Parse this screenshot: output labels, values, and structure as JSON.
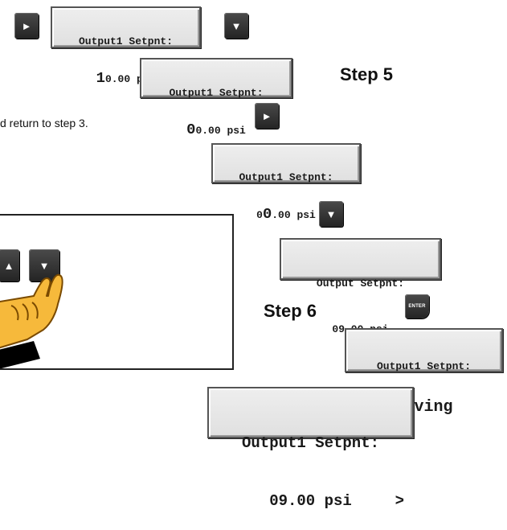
{
  "steps": {
    "step5": "Step 5",
    "step6": "Step 6"
  },
  "instruction_fragment": "d return to step 3.",
  "displays": {
    "d1": {
      "title": "Output1 Setpnt:",
      "big_digit": "1",
      "rest": "0.00 psi"
    },
    "d2": {
      "title": "Output1 Setpnt:",
      "big_digit": "0",
      "rest": "0.00 psi"
    },
    "d3": {
      "title": "Output1 Setpnt:",
      "pre": "0",
      "big_digit": "0",
      "rest": ".00 psi"
    },
    "d4": {
      "title": "Output Setpnt:",
      "value": "09.00 psi"
    },
    "d5": {
      "title": "Output1 Setpnt:",
      "value": "Saving"
    },
    "d6": {
      "title": "Output1 Setpnt:",
      "value": "09.00 psi",
      "cursor": ">"
    }
  },
  "keys": {
    "right": "►",
    "down": "▼",
    "up": "▲",
    "enter": "ENTER"
  },
  "colors": {
    "key": "#2f2f2f",
    "display": "#e6e6e6",
    "finger": "#f6b93b"
  }
}
